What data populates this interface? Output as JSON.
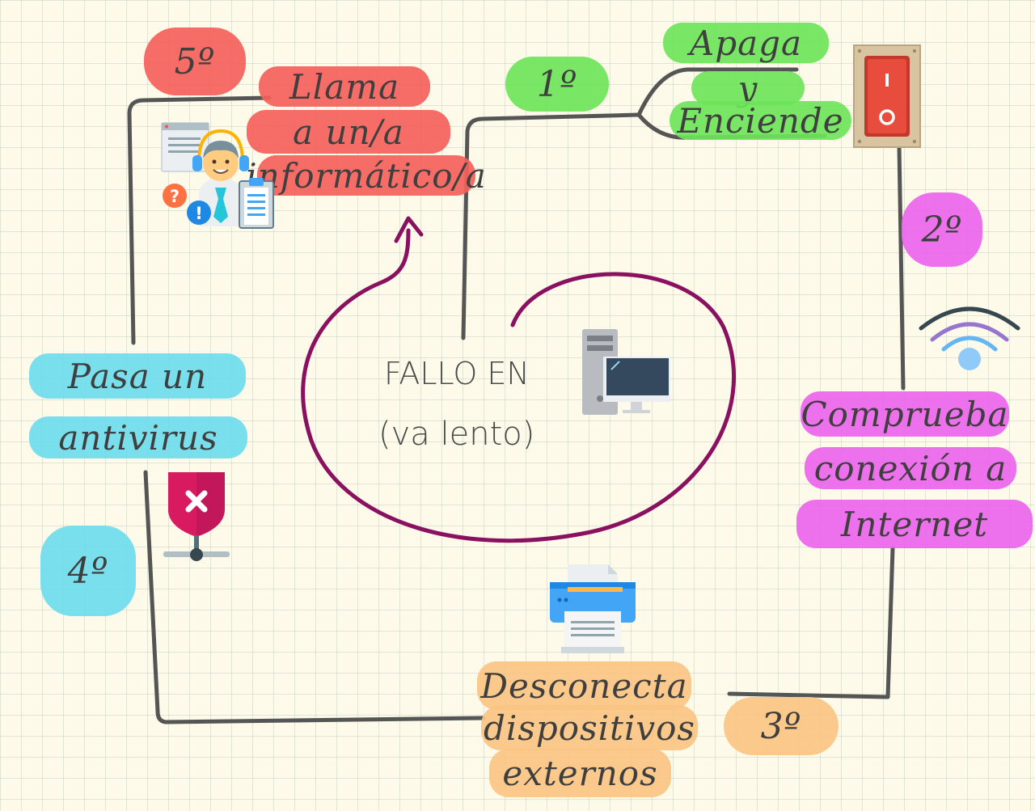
{
  "center": {
    "line1": "FALLO EN",
    "line2": "(va lento)"
  },
  "steps": [
    {
      "order": "1º",
      "lines": [
        "Apaga",
        "y",
        "Enciende"
      ],
      "color": "#6ee45a"
    },
    {
      "order": "2º",
      "lines": [
        "Comprueba",
        "conexión a",
        "Internet"
      ],
      "color": "#ec64ec"
    },
    {
      "order": "3º",
      "lines": [
        "Desconecta",
        "dispositivos",
        "externos"
      ],
      "color": "#fac482"
    },
    {
      "order": "4º",
      "lines": [
        "Pasa un",
        "antivirus"
      ],
      "color": "#6edceb"
    },
    {
      "order": "5º",
      "lines": [
        "Llama",
        "a un/a",
        "informático/a"
      ],
      "color": "#f55f5a"
    }
  ],
  "icons": [
    "computer-icon",
    "power-switch-icon",
    "wifi-icon",
    "printer-icon",
    "antivirus-shield-icon",
    "it-support-agent-icon"
  ],
  "colors": {
    "loop": "#8a1060",
    "connector": "#555555"
  }
}
